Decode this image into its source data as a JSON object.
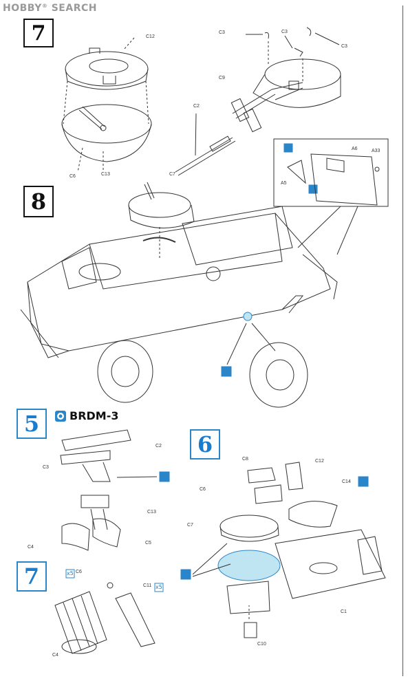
{
  "watermark": {
    "brand": "HOBBY",
    "reg": "®",
    "tail": "SEARCH"
  },
  "steps": {
    "s7_top": "7",
    "s8": "8",
    "s5": "5",
    "s6": "6",
    "s7_bottom": "7"
  },
  "variant_title": "BRDM-3",
  "repeat_tags": {
    "x5_a": "x5",
    "x5_b": "x5"
  },
  "labels": {
    "step7_top": [
      "C12",
      "C6",
      "C13",
      "C3",
      "C3",
      "C3",
      "C9",
      "C2",
      "C7"
    ],
    "inset": [
      "A6",
      "A33",
      "A5"
    ],
    "step5": [
      "C2",
      "C3",
      "C13",
      "C4",
      "C5"
    ],
    "step6": [
      "C8",
      "C12",
      "C6",
      "C14",
      "C7",
      "C1",
      "C10"
    ],
    "step7_bottom": [
      "C6",
      "C11",
      "C4"
    ]
  },
  "colors": {
    "accent_blue": "#2a86c8",
    "highlight_blue": "#bfe4f2",
    "line": "#333333"
  }
}
